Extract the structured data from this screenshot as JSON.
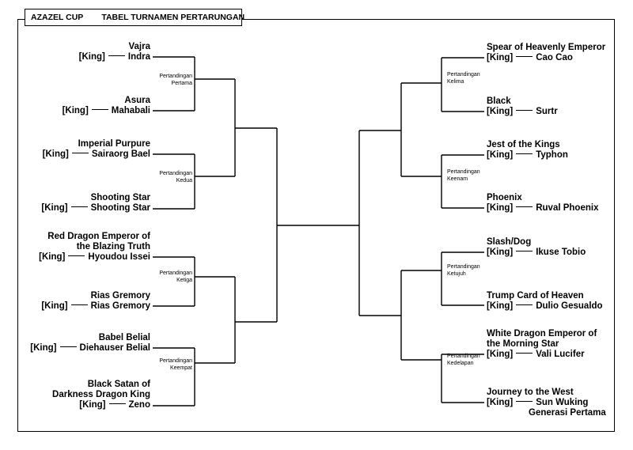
{
  "title": {
    "cup": "AZAZEL CUP",
    "subtitle": "TABEL TURNAMEN PERTARUNGAN"
  },
  "king_tag": "[King]",
  "left": [
    {
      "team": [
        "Vajra"
      ],
      "king": "Indra"
    },
    {
      "team": [
        "Asura"
      ],
      "king": "Mahabali"
    },
    {
      "team": [
        "Imperial Purpure"
      ],
      "king": "Sairaorg Bael"
    },
    {
      "team": [
        "Shooting Star"
      ],
      "king": "Shooting Star"
    },
    {
      "team": [
        "Red Dragon Emperor of",
        "the Blazing Truth"
      ],
      "king": "Hyoudou Issei"
    },
    {
      "team": [
        "Rias Gremory"
      ],
      "king": "Rias Gremory"
    },
    {
      "team": [
        "Babel Belial"
      ],
      "king": "Diehauser Belial"
    },
    {
      "team": [
        "Black Satan of",
        "Darkness Dragon King"
      ],
      "king": "Zeno"
    }
  ],
  "right": [
    {
      "team": [
        "Spear of Heavenly Emperor"
      ],
      "king": "Cao Cao"
    },
    {
      "team": [
        "Black"
      ],
      "king": "Surtr"
    },
    {
      "team": [
        "Jest of the Kings"
      ],
      "king": "Typhon"
    },
    {
      "team": [
        "Phoenix"
      ],
      "king": "Ruval Phoenix"
    },
    {
      "team": [
        "Slash/Dog"
      ],
      "king": "Ikuse Tobio"
    },
    {
      "team": [
        "Trump Card of Heaven"
      ],
      "king": "Dulio Gesualdo"
    },
    {
      "team": [
        "White Dragon Emperor of",
        "the Morning Star"
      ],
      "king": "Vali Lucifer"
    },
    {
      "team": [
        "Journey to the West"
      ],
      "king": "Sun Wuking",
      "king_extra": "Generasi Pertama"
    }
  ],
  "matches": [
    {
      "line1": "Pertandingan",
      "line2": "Pertama"
    },
    {
      "line1": "Pertandingan",
      "line2": "Kedua"
    },
    {
      "line1": "Pertandingan",
      "line2": "Ketiga"
    },
    {
      "line1": "Pertandingan",
      "line2": "Keempat"
    },
    {
      "line1": "Pertandingan",
      "line2": "Kelima"
    },
    {
      "line1": "Pertandingan",
      "line2": "Keenam"
    },
    {
      "line1": "Pertandingan",
      "line2": "Ketujuh"
    },
    {
      "line1": "Pertandingan",
      "line2": "Kedelapan"
    }
  ]
}
